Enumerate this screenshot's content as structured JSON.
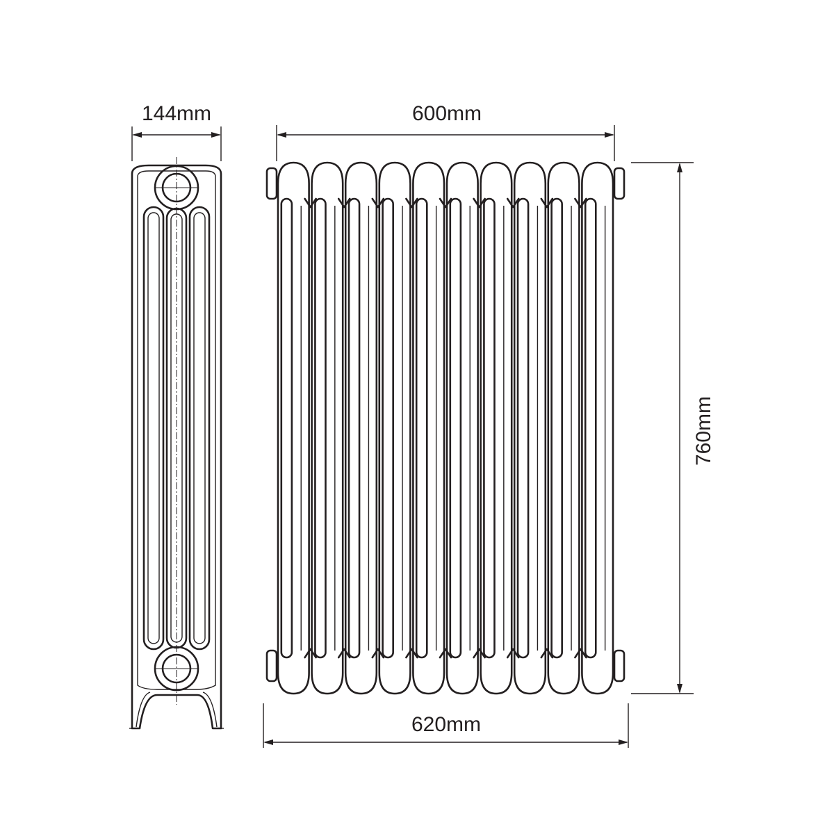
{
  "dimensions": {
    "side_width": "144mm",
    "overall_width": "600mm",
    "base_width": "620mm",
    "height": "760mm"
  },
  "front_view": {
    "column_count": 10
  },
  "colors": {
    "line": "#231f20",
    "background": "#ffffff"
  }
}
